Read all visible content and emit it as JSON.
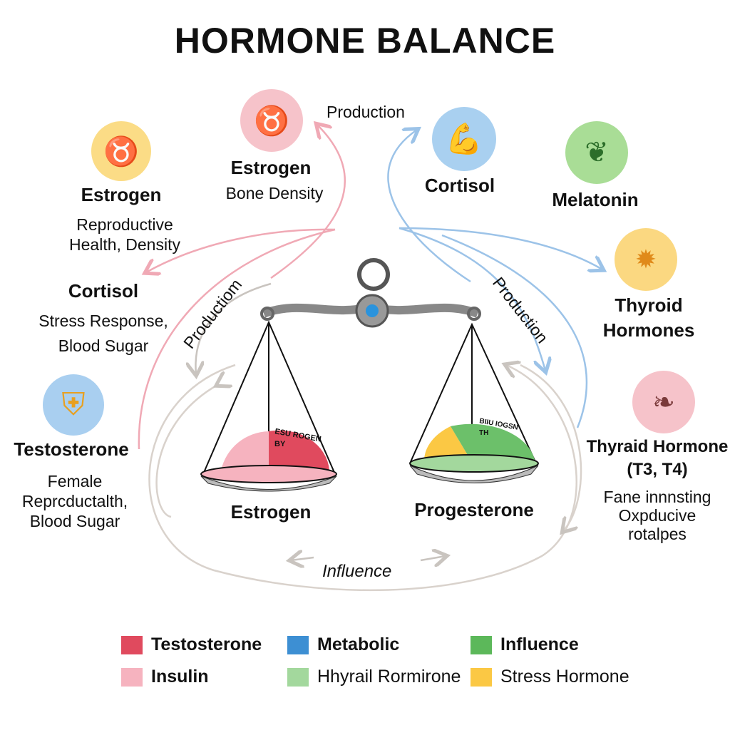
{
  "title": "HORMONE BALANCE",
  "nodes": {
    "estrogen_left": {
      "name": "Estrogen",
      "desc1": "Reproductive",
      "desc2": "Health, Density",
      "icon": "uterus-icon"
    },
    "estrogen_top": {
      "name": "Estrogen",
      "desc": "Bone Density",
      "icon": "uterus-icon"
    },
    "cortisol_top": {
      "name": "Cortisol",
      "icon": "flexed-arm-icon"
    },
    "melatonin": {
      "name": "Melatonin",
      "icon": "leaf-icon"
    },
    "cortisol_left": {
      "name": "Cortisol",
      "desc1": "Stress Response,",
      "desc2": "Blood Sugar"
    },
    "thyroid": {
      "name1": "Thyroid",
      "name2": "Hormones",
      "icon": "thyroid-gland-icon"
    },
    "testosterone": {
      "name": "Testosterone",
      "desc1": "Female",
      "desc2": "Reprcductalth,",
      "desc3": "Blood Sugar",
      "icon": "shield-icon"
    },
    "thyraid": {
      "name1": "Thyraid Hormone",
      "name2": "(T3, T4)",
      "desc1": "Fane innnsting",
      "desc2": "Oxpducive",
      "desc3": "rotalpes",
      "icon": "leaf-outline-icon"
    }
  },
  "arrows": {
    "production_top": "Production",
    "production_left": "Productiom",
    "production_right": "Production",
    "influence": "Influence"
  },
  "scale": {
    "left_label": "Estrogen",
    "right_label": "Progesterone",
    "left_pan_text1": "ESU ROGEN",
    "left_pan_text2": "BY",
    "right_pan_text1": "BIIU IOGSN",
    "right_pan_text2": "TH"
  },
  "legend": [
    {
      "label": "Testosterone",
      "color": "#e04a5e"
    },
    {
      "label": "Metabolic",
      "color": "#3d8fd3"
    },
    {
      "label": "Influence",
      "color": "#5cb85a"
    },
    {
      "label": "Insulin",
      "color": "#f6b3bf"
    },
    {
      "label": "Hhyrail Rormirone",
      "color": "#a3d89d"
    },
    {
      "label": "Stress Hormone",
      "color": "#fbc844"
    }
  ]
}
